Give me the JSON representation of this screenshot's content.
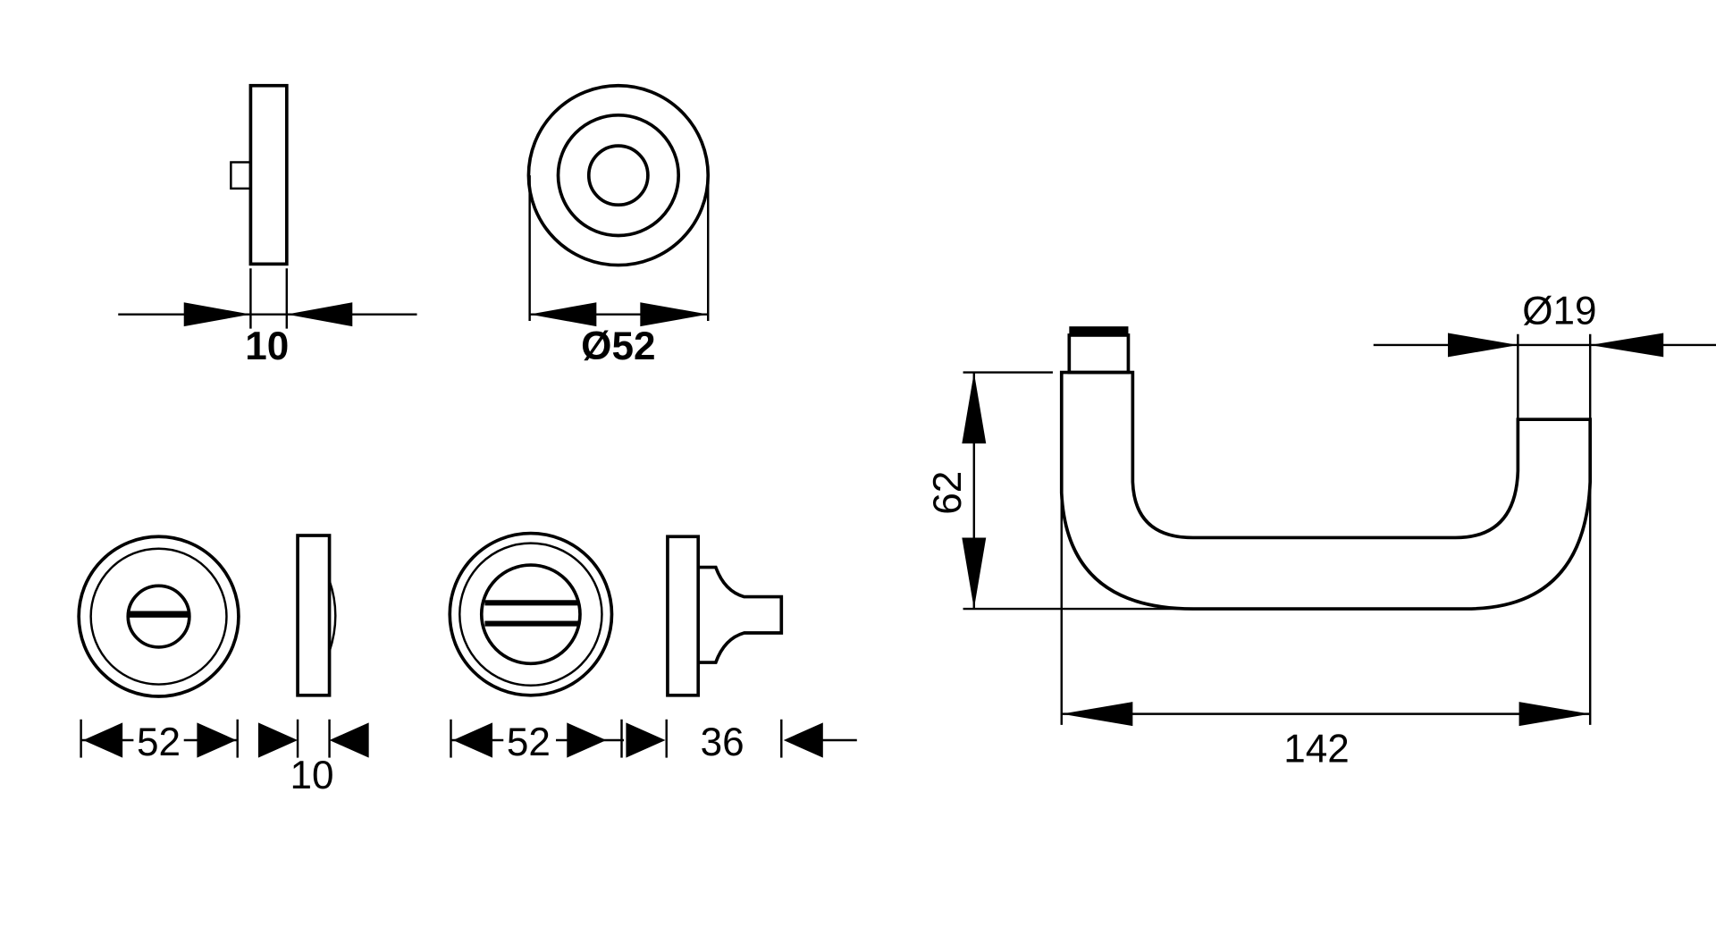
{
  "dimensions": {
    "rose_thickness": "10",
    "rose_diameter": "Ø52",
    "wc_rose_diameter": "52",
    "wc_rose_thickness": "10",
    "wc_turn_rose_diameter": "52",
    "wc_turn_depth": "36",
    "handle_height": "62",
    "handle_length": "142",
    "handle_diameter": "Ø19"
  }
}
